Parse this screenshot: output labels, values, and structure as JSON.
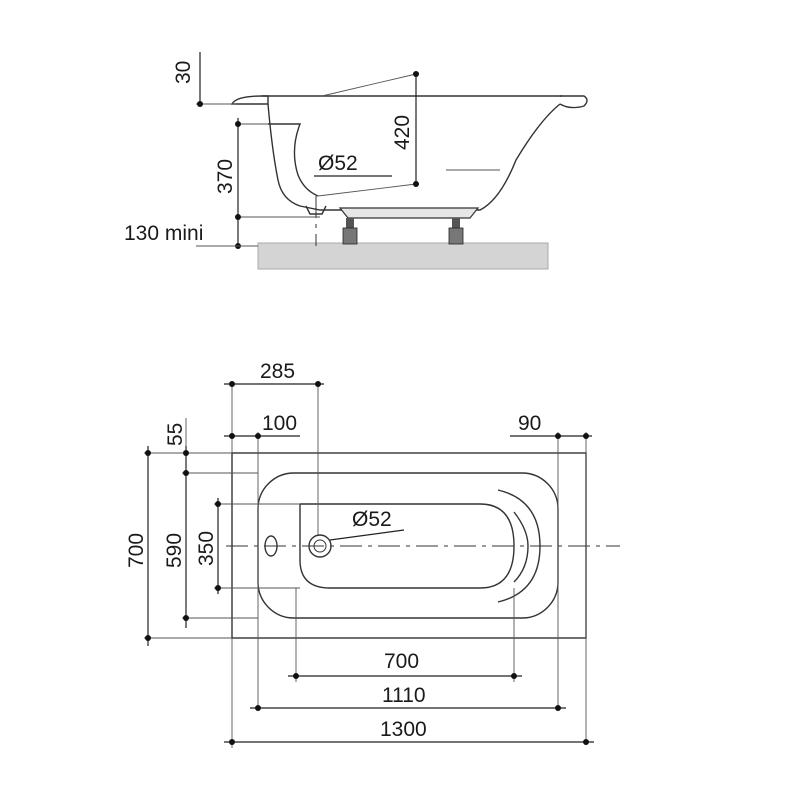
{
  "side_view": {
    "rim_thickness": "30",
    "depth": "420",
    "inner_height": "370",
    "drain_diameter": "Ø52",
    "min_leg_height": "130 mini"
  },
  "top_view": {
    "drain_offset": "285",
    "edge_offset": "55",
    "inner_offset": "100",
    "end_offset": "90",
    "drain_diameter": "Ø52",
    "total_width": "700",
    "inner_width": "590",
    "bottom_width": "350",
    "bottom_length": "700",
    "inner_length": "1110",
    "total_length": "1300"
  },
  "colors": {
    "floor": "#d4d4d4",
    "floor_edge": "#aaaaaa",
    "line": "#222222"
  }
}
